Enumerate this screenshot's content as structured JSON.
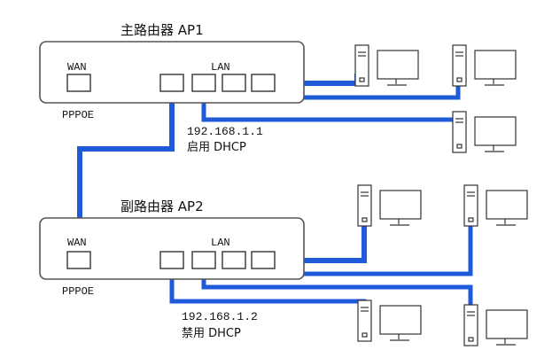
{
  "routers": {
    "ap1": {
      "title": "主路由器 AP1",
      "wan_label": "WAN",
      "lan_label": "LAN",
      "pppoe_label": "PPPOE",
      "ip": "192.168.1.1",
      "dhcp": "启用 DHCP"
    },
    "ap2": {
      "title": "副路由器 AP2",
      "wan_label": "WAN",
      "lan_label": "LAN",
      "pppoe_label": "PPPOE",
      "ip": "192.168.1.2",
      "dhcp": "禁用 DHCP"
    }
  },
  "colors": {
    "cable": "#1f5bd8",
    "outline": "#555555"
  },
  "icons": [
    "computer-icon"
  ]
}
